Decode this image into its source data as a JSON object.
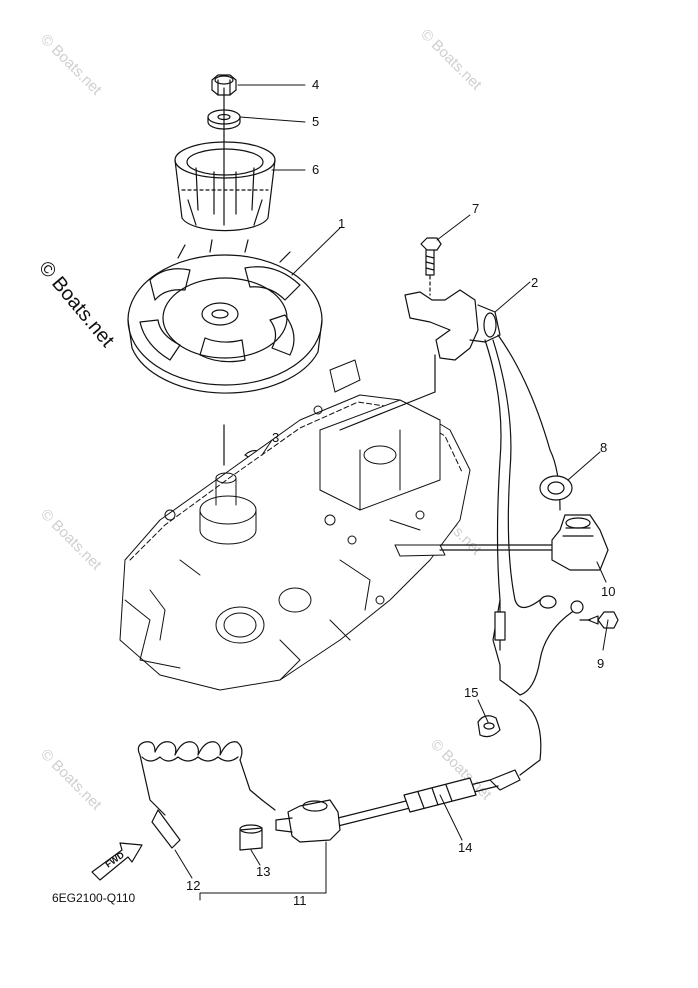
{
  "watermarks": {
    "text": "© Boats.net",
    "prominent_text": "© Boats.net"
  },
  "diagram_code": "6EG2100-Q110",
  "direction_label": "FWD",
  "callouts": [
    {
      "id": "c1",
      "label": "1",
      "part": "flywheel"
    },
    {
      "id": "c2",
      "label": "2",
      "part": "pulser-coil-bracket"
    },
    {
      "id": "c3",
      "label": "3",
      "part": "woodruff-key"
    },
    {
      "id": "c4",
      "label": "4",
      "part": "nut"
    },
    {
      "id": "c5",
      "label": "5",
      "part": "washer"
    },
    {
      "id": "c6",
      "label": "6",
      "part": "starter-pulley"
    },
    {
      "id": "c7",
      "label": "7",
      "part": "bolt"
    },
    {
      "id": "c8",
      "label": "8",
      "part": "grommet"
    },
    {
      "id": "c9",
      "label": "9",
      "part": "screw"
    },
    {
      "id": "c10",
      "label": "10",
      "part": "spark-plug-cap"
    },
    {
      "id": "c11",
      "label": "11",
      "part": "engine-stop-lanyard-switch-assy"
    },
    {
      "id": "c12",
      "label": "12",
      "part": "lanyard"
    },
    {
      "id": "c13",
      "label": "13",
      "part": "cap"
    },
    {
      "id": "c14",
      "label": "14",
      "part": "stop-switch-lead"
    },
    {
      "id": "c15",
      "label": "15",
      "part": "clamp"
    }
  ],
  "colors": {
    "line": "#111111",
    "watermark": "#cfcfcf",
    "background": "#ffffff"
  }
}
